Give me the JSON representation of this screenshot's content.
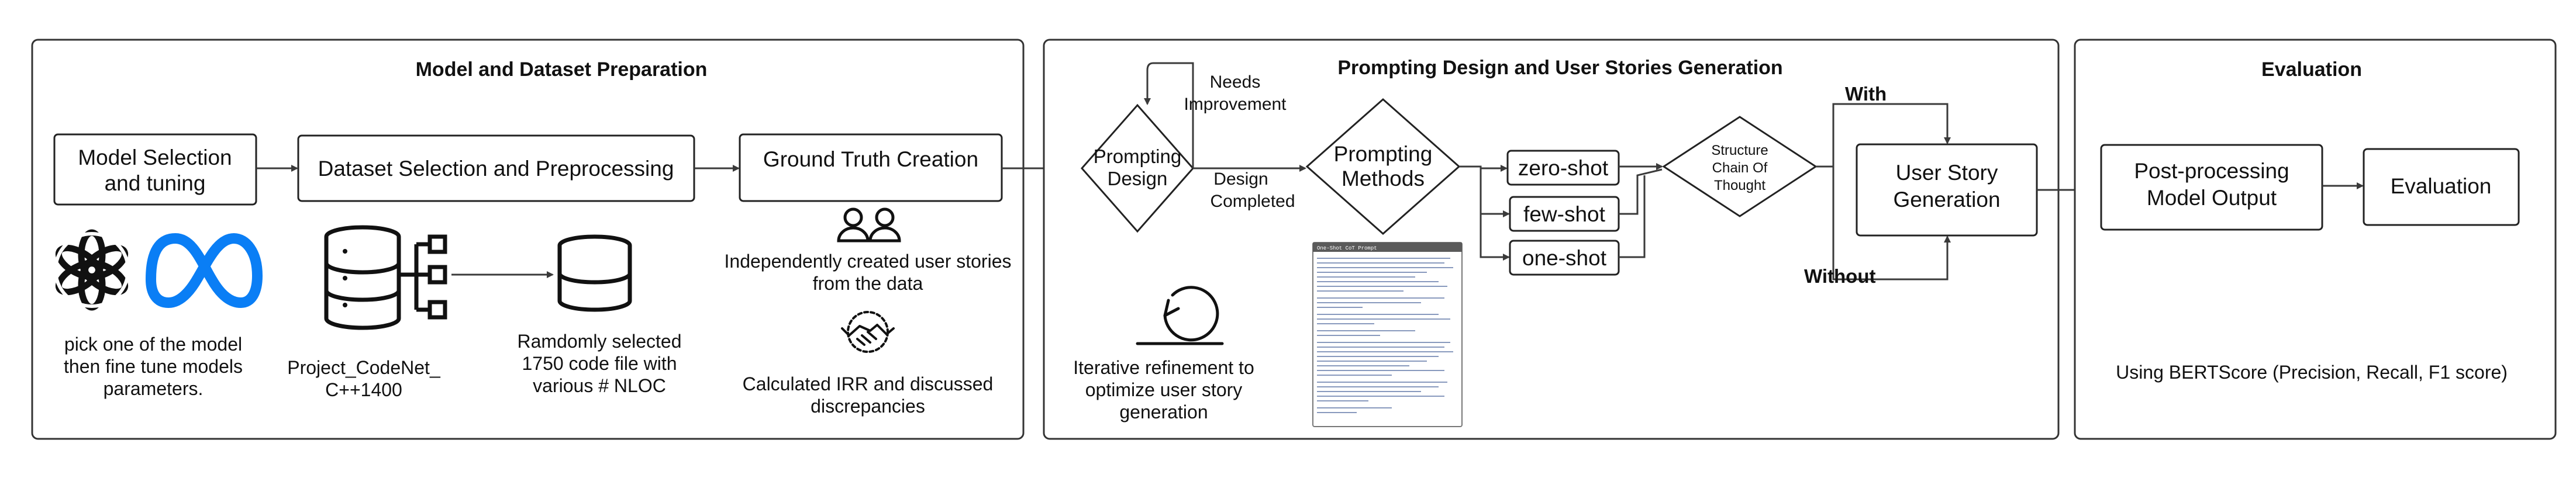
{
  "panels": {
    "preparation": {
      "title": "Model and Dataset Preparation",
      "model_selection": [
        "Model Selection",
        "and tuning"
      ],
      "dataset_selection": "Dataset Selection and Preprocessing",
      "ground_truth": "Ground Truth Creation",
      "model_caption": [
        "pick one of the model",
        "then fine tune models",
        "parameters."
      ],
      "codenet_caption": [
        "Project_CodeNet_",
        "C++1400"
      ],
      "selected_caption": [
        "Ramdomly selected",
        "1750 code file with",
        "various # NLOC"
      ],
      "independent_caption": [
        "Independently created user stories",
        "from the data"
      ],
      "irr_caption": [
        "Calculated IRR  and  discussed",
        "discrepancies"
      ],
      "icons": [
        "openai-logo-icon",
        "meta-logo-icon",
        "database-icon",
        "users-icon",
        "handshake-icon"
      ]
    },
    "prompting": {
      "title": "Prompting Design and User Stories Generation",
      "prompting_design": [
        "Prompting",
        "Design"
      ],
      "needs_improvement": [
        "Needs",
        "Improvement"
      ],
      "design_completed": [
        "Design",
        "Completed"
      ],
      "prompting_methods": [
        "Prompting",
        "Methods"
      ],
      "zero_shot": "zero-shot",
      "few_shot": "few-shot",
      "one_shot": "one-shot",
      "structure_cot": [
        "Structure",
        "Chain Of",
        "Thought"
      ],
      "with_label": "With",
      "without_label": "Without",
      "user_story_generation": [
        "User Story",
        "Generation"
      ],
      "iterative_caption": [
        "Iterative refinement to",
        "optimize user story",
        "generation"
      ],
      "prompt_example_header": "One-Shot CoT Prompt",
      "icons": [
        "refresh-cycle-icon",
        "prompt-document-icon"
      ]
    },
    "evaluation": {
      "title": "Evaluation",
      "post_processing": [
        "Post-processing",
        "Model Output"
      ],
      "evaluation_box": "Evaluation",
      "bertscore_caption": "Using BERTScore (Precision, Recall, F1 score)"
    }
  },
  "colors": {
    "stroke": "#222222",
    "meta_blue": "#0a7ef5",
    "prompt_header": "#5a5a5a",
    "prompt_text": "#2b4a8a"
  }
}
